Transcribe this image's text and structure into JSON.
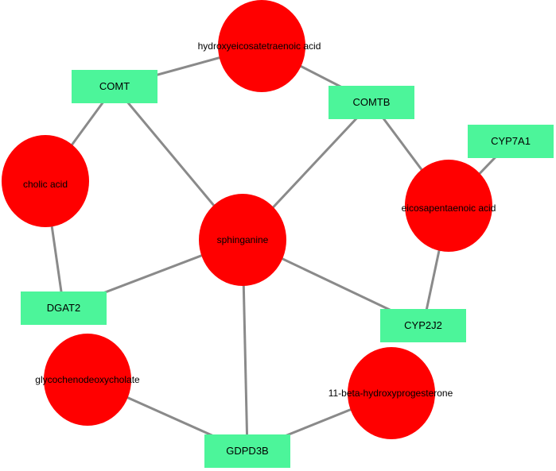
{
  "colors": {
    "metabolite": "#ff0000",
    "gene": "#4cf59a",
    "edge": "#8a8a8a"
  },
  "nodes": {
    "hydroxyeicosatetraenoic_acid": {
      "label": "hydroxyeicosatetraenoic acid",
      "kind": "metabolite"
    },
    "cholic_acid": {
      "label": "cholic acid",
      "kind": "metabolite"
    },
    "sphinganine": {
      "label": "sphinganine",
      "kind": "metabolite"
    },
    "eicosapentaenoic_acid": {
      "label": "eicosapentaenoic acid",
      "kind": "metabolite"
    },
    "glycochenodeoxycholate": {
      "label": "glycochenodeoxycholate",
      "kind": "metabolite"
    },
    "beta_hydroxyprogesterone": {
      "label": "11-beta-hydroxyprogesterone",
      "kind": "metabolite"
    },
    "COMT": {
      "label": "COMT",
      "kind": "gene"
    },
    "COMTB": {
      "label": "COMTB",
      "kind": "gene"
    },
    "CYP7A1": {
      "label": "CYP7A1",
      "kind": "gene"
    },
    "DGAT2": {
      "label": "DGAT2",
      "kind": "gene"
    },
    "CYP2J2": {
      "label": "CYP2J2",
      "kind": "gene"
    },
    "GDPD3B": {
      "label": "GDPD3B",
      "kind": "gene"
    }
  },
  "edges": [
    [
      "COMT",
      "hydroxyeicosatetraenoic_acid"
    ],
    [
      "hydroxyeicosatetraenoic_acid",
      "COMTB"
    ],
    [
      "COMT",
      "cholic_acid"
    ],
    [
      "COMT",
      "sphinganine"
    ],
    [
      "COMTB",
      "sphinganine"
    ],
    [
      "COMTB",
      "eicosapentaenoic_acid"
    ],
    [
      "CYP7A1",
      "eicosapentaenoic_acid"
    ],
    [
      "eicosapentaenoic_acid",
      "CYP2J2"
    ],
    [
      "cholic_acid",
      "DGAT2"
    ],
    [
      "DGAT2",
      "sphinganine"
    ],
    [
      "sphinganine",
      "CYP2J2"
    ],
    [
      "sphinganine",
      "GDPD3B"
    ],
    [
      "glycochenodeoxycholate",
      "GDPD3B"
    ],
    [
      "GDPD3B",
      "beta_hydroxyprogesterone"
    ]
  ]
}
